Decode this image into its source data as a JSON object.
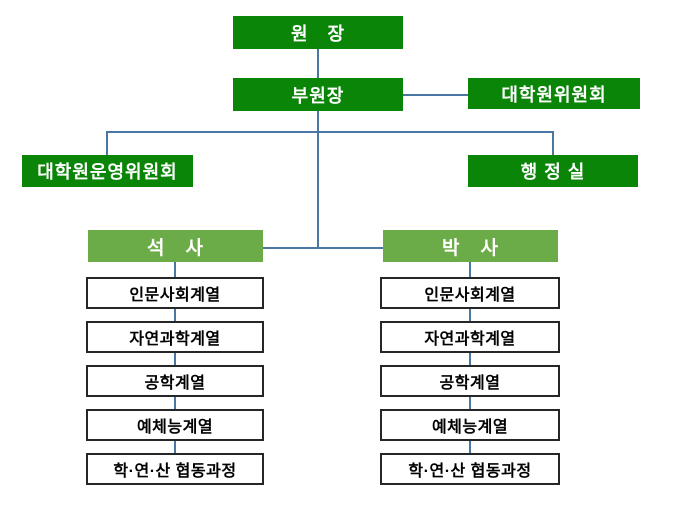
{
  "palette": {
    "box_green": "#0a8508",
    "box_light_green": "#6cac48",
    "connector_blue": "#4a76a4",
    "white_box_border": "#262626",
    "text_on_green": "#ffffff",
    "text_on_white": "#000000",
    "background": "#ffffff"
  },
  "org": {
    "director": "원　장",
    "vice_director": "부원장",
    "graduate_committee": "대학원위원회",
    "operating_committee": "대학원운영위원회",
    "admin_office": "행 정 실",
    "masters": "석　사",
    "doctoral": "박　사",
    "masters_departments": [
      "인문사회계열",
      "자연과학계열",
      "공학계열",
      "예체능계열",
      "학·연·산 협동과정"
    ],
    "doctoral_departments": [
      "인문사회계열",
      "자연과학계열",
      "공학계열",
      "예체능계열",
      "학·연·산 협동과정"
    ]
  }
}
